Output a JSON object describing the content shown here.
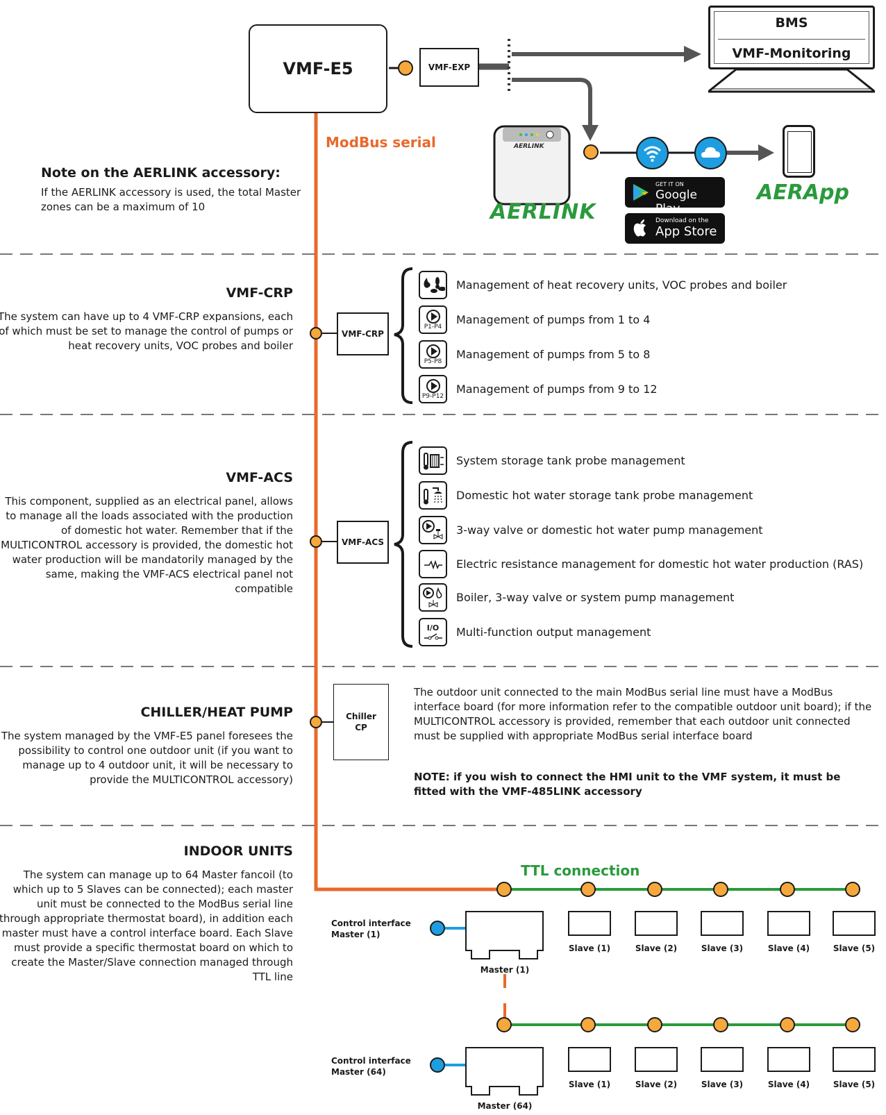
{
  "top": {
    "vmf_e5": "VMF-E5",
    "vmf_exp": "VMF-EXP",
    "bms": "BMS",
    "vmf_monitoring": "VMF-Monitoring",
    "modbus_label": "ModBus serial",
    "aerlink_logo": "AERLINK",
    "aerlink_device_text": "AERLINK",
    "aerapp_logo": "AERApp",
    "google_small": "GET IT ON",
    "google_big": "Google Play",
    "apple_small": "Download on the",
    "apple_big": "App Store"
  },
  "note": {
    "heading": "Note on the AERLINK accessory:",
    "text": "If the AERLINK accessory is used, the total Master zones can be a maximum of 10"
  },
  "crp": {
    "heading": "VMF-CRP",
    "text": "The system can have up to 4 VMF-CRP expansions, each of which must be set to manage the control of pumps or heat recovery units, VOC probes and boiler",
    "box": "VMF-CRP",
    "items": [
      {
        "icon": "fan-flame-icon",
        "icon_text": "",
        "label": "Management of heat recovery units, VOC probes and boiler"
      },
      {
        "icon": "pump-icon",
        "icon_text": "P1-P4",
        "label": "Management of pumps from 1 to 4"
      },
      {
        "icon": "pump-icon",
        "icon_text": "P5-P8",
        "label": "Management of pumps from 5 to 8"
      },
      {
        "icon": "pump-icon",
        "icon_text": "P9-P12",
        "label": "Management of pumps from 9 to 12"
      }
    ]
  },
  "acs": {
    "heading": "VMF-ACS",
    "text": "This component, supplied as an electrical panel, allows to manage all the loads associated with the production of domestic hot water. Remember that if the MULTICONTROL accessory is provided, the domestic hot water production will be mandatorily managed by the same, making the VMF-ACS electrical panel not compatible",
    "box": "VMF-ACS",
    "items": [
      {
        "icon": "tank-probe-icon",
        "icon_text": "",
        "label": "System storage tank probe management"
      },
      {
        "icon": "shower-probe-icon",
        "icon_text": "",
        "label": "Domestic hot water storage tank probe management"
      },
      {
        "icon": "valve-pump-icon",
        "icon_text": "",
        "label": "3-way valve or domestic hot water pump management"
      },
      {
        "icon": "resistance-icon",
        "icon_text": "",
        "label": "Electric resistance management for domestic hot water production (RAS)"
      },
      {
        "icon": "boiler-valve-icon",
        "icon_text": "",
        "label": "Boiler, 3-way valve or system pump management"
      },
      {
        "icon": "io-switch-icon",
        "icon_text": "I/O",
        "label": "Multi-function output management"
      }
    ]
  },
  "chiller": {
    "heading": "CHILLER/HEAT PUMP",
    "text": "The system managed by the VMF-E5 panel foresees the possibility to control one outdoor unit (if you want to manage up to 4 outdoor unit, it will be necessary to provide the MULTICONTROL accessory)",
    "box_line1": "Chiller",
    "box_line2": "CP",
    "right_text": "The outdoor unit connected to the main ModBus serial line must have a ModBus interface board (for more information refer to the compatible outdoor unit board); if the MULTICONTROL accessory is provided, remember that each outdoor unit connected must be supplied with appropriate ModBus serial interface board",
    "note": "NOTE: if you wish to connect the HMI unit to the VMF system, it must be fitted with the VMF-485LINK accessory"
  },
  "indoor": {
    "heading": "INDOOR UNITS",
    "text": "The system can manage up to 64 Master fancoil (to which up to 5 Slaves can be connected); each master unit must be connected to the ModBus serial line (through appropriate thermostat board), in addition each master must have a control interface board. Each Slave must provide a specific thermostat board on which to create the Master/Slave connection managed through TTL line",
    "ttl_label": "TTL connection",
    "row1": {
      "ci_line1": "Control interface",
      "ci_line2": "Master (1)",
      "master": "Master (1)",
      "slaves": [
        "Slave (1)",
        "Slave (2)",
        "Slave (3)",
        "Slave (4)",
        "Slave (5)"
      ]
    },
    "row2": {
      "ci_line1": "Control interface",
      "ci_line2": "Master (64)",
      "master": "Master (64)",
      "slaves": [
        "Slave (1)",
        "Slave (2)",
        "Slave (3)",
        "Slave (4)",
        "Slave (5)"
      ]
    }
  },
  "colors": {
    "modbus": "#e8692b",
    "ttl": "#2a9a3c",
    "node": "#f7a83c",
    "blue": "#1e9ee0"
  }
}
